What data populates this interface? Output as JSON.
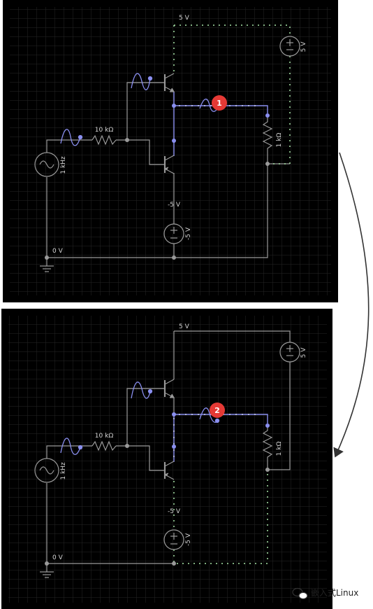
{
  "colors": {
    "background": "#000000",
    "grid": "#262626",
    "wire": "#9a9a9a",
    "wire_active": "#8a8ff0",
    "current_dot": "#a8e6a8",
    "badge": "#e53935",
    "arrow": "#333333"
  },
  "panel_top": {
    "label_5v": "5 V",
    "label_r_base": "10 kΩ",
    "label_ac": "1 kHz",
    "label_0v": "0 V",
    "label_neg5v": "-5 V",
    "label_src_neg": "-5 V",
    "label_load": "1 kΩ",
    "label_src_pos": "5 V",
    "badge": "1"
  },
  "panel_bottom": {
    "label_5v": "5 V",
    "label_r_base": "10 kΩ",
    "label_ac": "1 kHz",
    "label_0v": "0 V",
    "label_neg5v": "-5 V",
    "label_src_neg": "-5 V",
    "label_load": "1 kΩ",
    "label_src_pos": "5 V",
    "badge": "2"
  },
  "watermark": {
    "icon": "wechat-icon",
    "text": "嵌入式Linux"
  }
}
